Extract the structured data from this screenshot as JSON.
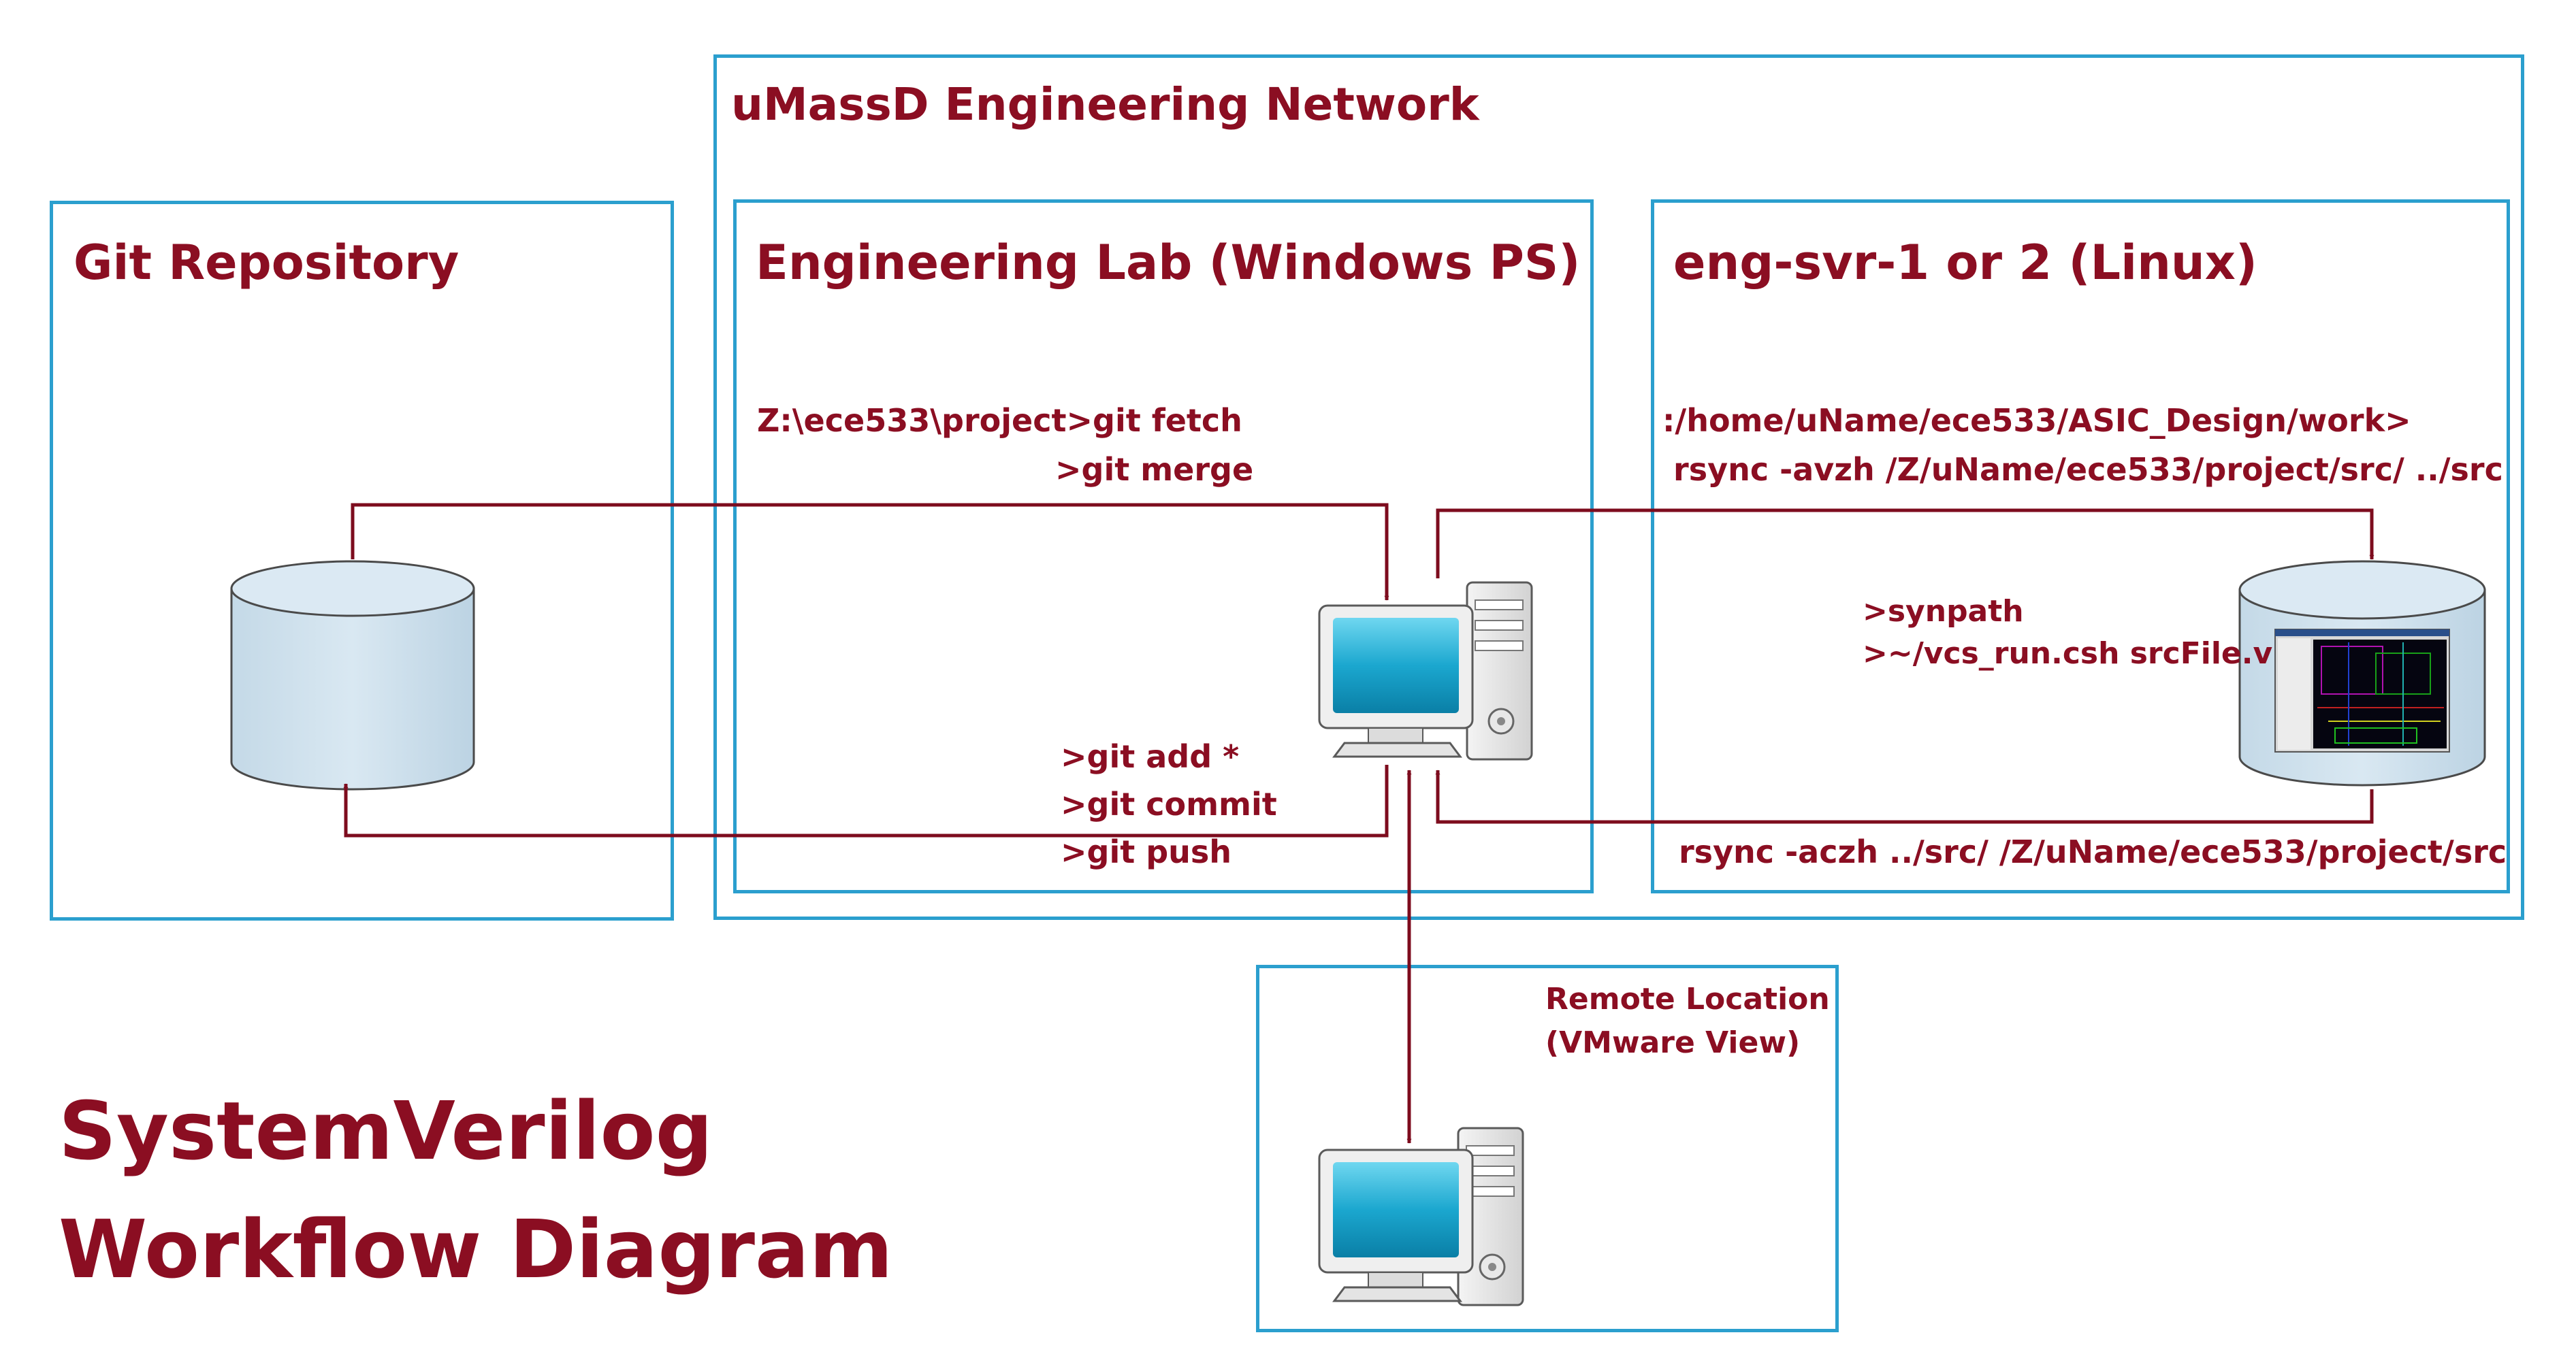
{
  "network": {
    "title": "uMassD Engineering Network"
  },
  "git_repo": {
    "title": "Git Repository"
  },
  "eng_lab": {
    "title": "Engineering Lab (Windows PS)",
    "fetch_cmd": "Z:\\ece533\\project>git fetch",
    "merge_cmd": ">git merge",
    "add_cmd": ">git add *",
    "commit_cmd": ">git commit",
    "push_cmd": ">git push"
  },
  "server": {
    "title": "eng-svr-1 or 2 (Linux)",
    "path": ":/home/uName/ece533/ASIC_Design/work>",
    "rsync_in": " rsync -avzh /Z/uName/ece533/project/src/ ../src",
    "synpath": ">synpath",
    "vcs_run": ">~/vcs_run.csh srcFile.v",
    "rsync_out": "rsync -aczh ../src/ /Z/uName/ece533/project/src"
  },
  "remote": {
    "line1": "Remote Location",
    "line2": "(VMware View)"
  },
  "diagram_title": {
    "line1": "SystemVerilog",
    "line2": "Workflow Diagram"
  },
  "colors": {
    "frame": "#2b9fce",
    "text": "#8b0e22",
    "arrow": "#7d0c1e",
    "cylinder": "#cfe2ee"
  }
}
